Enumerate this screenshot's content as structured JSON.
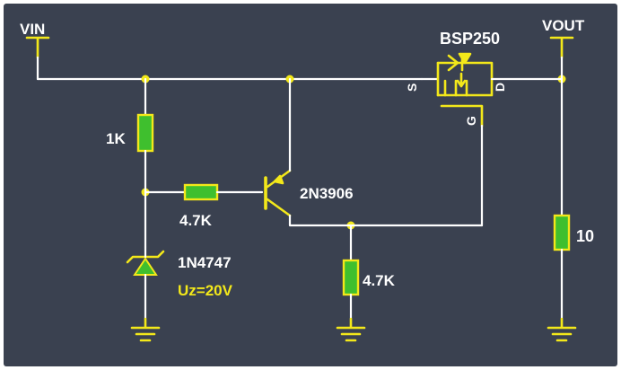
{
  "colors": {
    "background": "#3a4150",
    "wire": "#ffffff",
    "accent": "#f3e81a",
    "resistor_fill": "#3fbf2e"
  },
  "terminals": {
    "vin": "VIN",
    "vout": "VOUT"
  },
  "components": {
    "mosfet": {
      "name": "BSP250",
      "pin_s": "S",
      "pin_d": "D",
      "pin_g": "G"
    },
    "transistor": {
      "name": "2N3906"
    },
    "r_top": {
      "value": "1K"
    },
    "r_base": {
      "value": "4.7K"
    },
    "r_bottom": {
      "value": "4.7K"
    },
    "r_load": {
      "value": "10"
    },
    "zener": {
      "name": "1N4747",
      "spec": "Uz=20V"
    }
  }
}
